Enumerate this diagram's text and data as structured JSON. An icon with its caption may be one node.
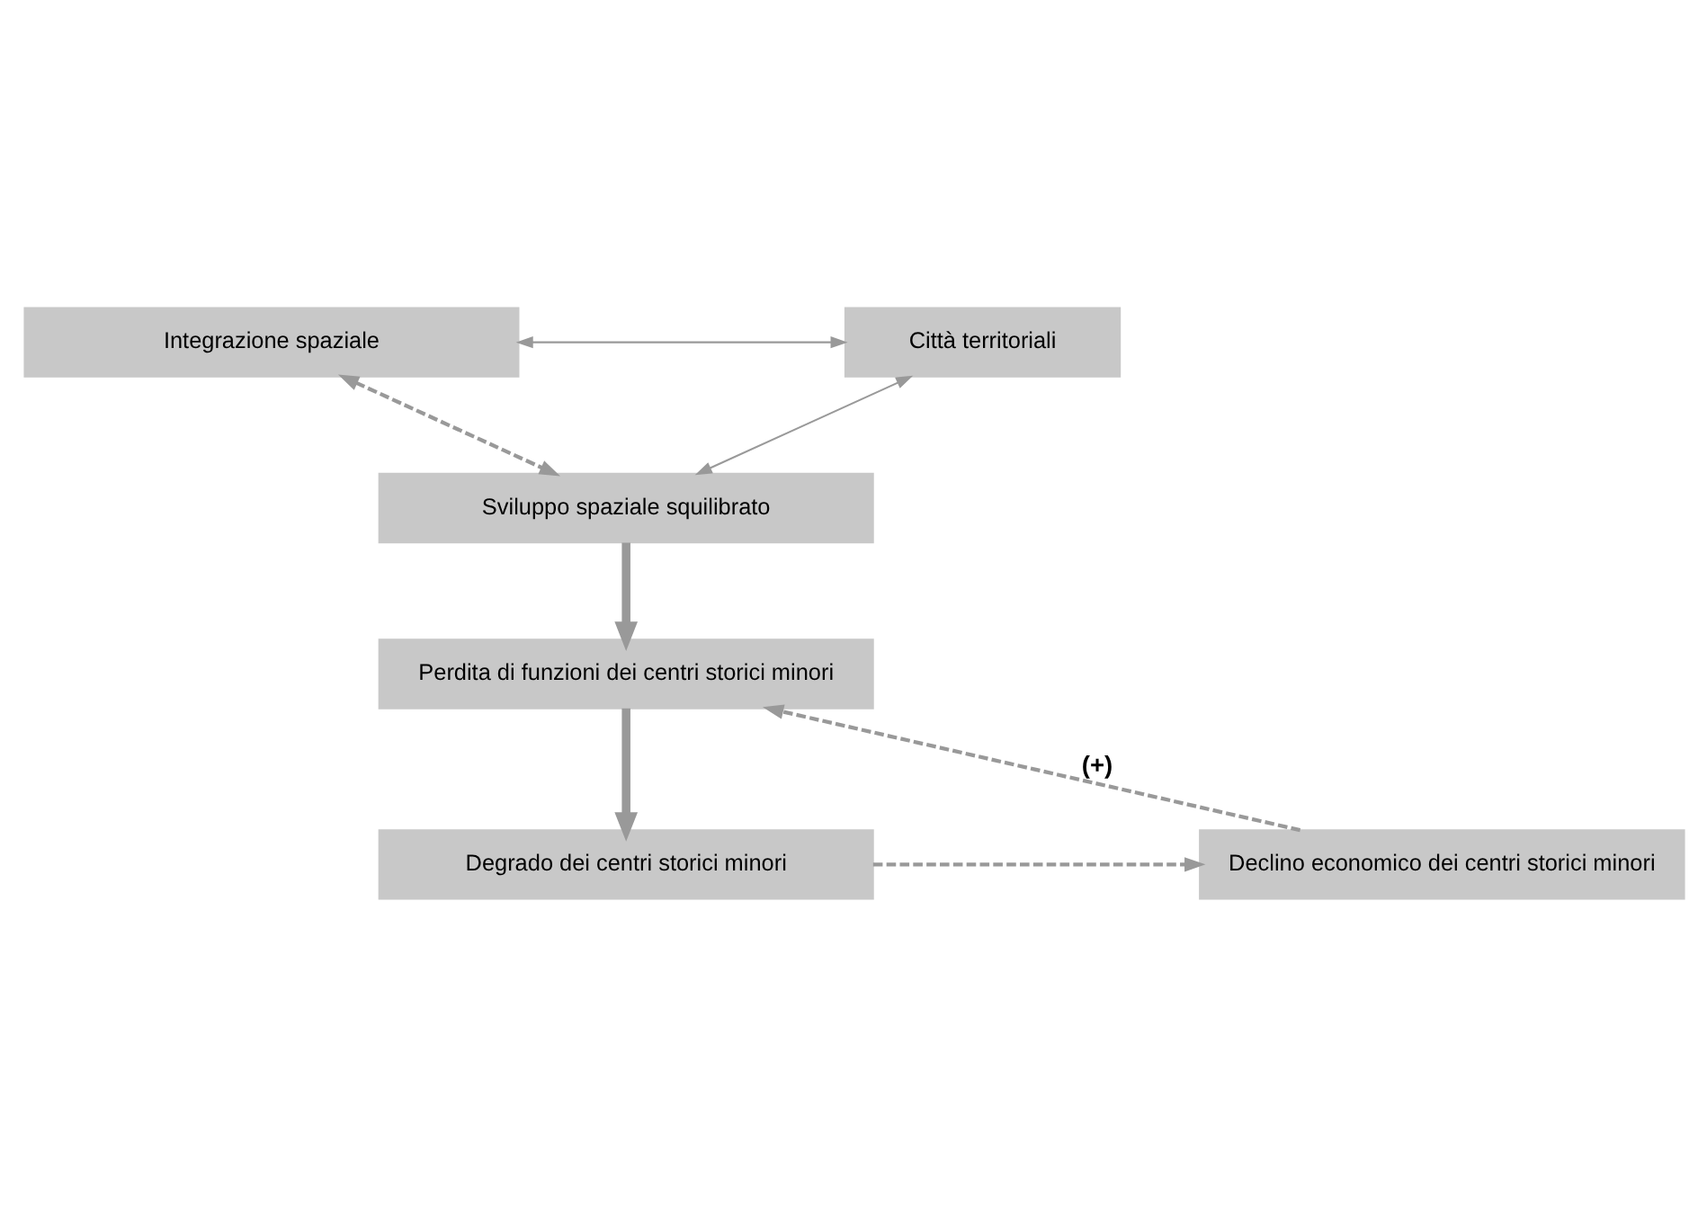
{
  "diagram": {
    "nodes": [
      {
        "text": [
          "Integrazione spaziale"
        ]
      },
      {
        "text": [
          "Città territoriali"
        ]
      },
      {
        "text": [
          "Sviluppo spaziale squilibrato"
        ]
      },
      {
        "text": [
          "Perdita di funzioni dei centri storici minori"
        ]
      },
      {
        "text": [
          "Degrado dei centri storici minori"
        ]
      },
      {
        "text": [
          "Declino economico dei centri storici minori"
        ]
      }
    ],
    "edges": [
      {
        "from": 0,
        "to": 1,
        "arrow": "both"
      },
      {
        "from": 0,
        "to": 2,
        "arrow": "both",
        "style": "dashed"
      },
      {
        "from": 2,
        "to": 1,
        "arrow": "both"
      },
      {
        "from": 2,
        "to": 3,
        "arrow": "to",
        "style": "thick"
      },
      {
        "from": 3,
        "to": 4,
        "arrow": "to",
        "style": "thick"
      },
      {
        "from": 4,
        "to": 5,
        "arrow": "to",
        "style": "dashed"
      },
      {
        "from": 5,
        "to": 3,
        "arrow": "to",
        "style": "dashed",
        "label": "(+)"
      }
    ]
  }
}
